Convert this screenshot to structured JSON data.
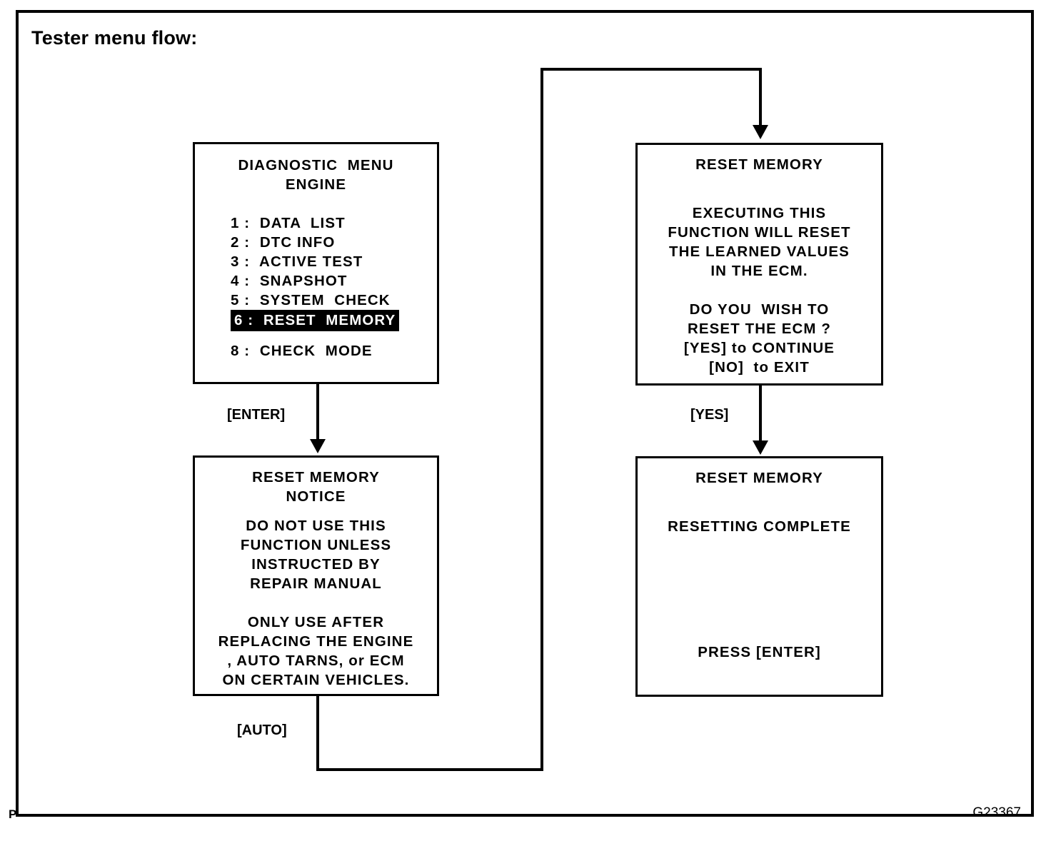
{
  "title": "Tester menu flow:",
  "figure_id": "G23367",
  "corner_mark": "P",
  "boxes": {
    "diagnostic_menu": {
      "header_line1": "DIAGNOSTIC  MENU",
      "header_line2": "ENGINE",
      "items": [
        {
          "label": "1 :  DATA  LIST",
          "selected": false
        },
        {
          "label": "2 :  DTC INFO",
          "selected": false
        },
        {
          "label": "3 :  ACTIVE TEST",
          "selected": false
        },
        {
          "label": "4 :  SNAPSHOT",
          "selected": false
        },
        {
          "label": "5 :  SYSTEM  CHECK",
          "selected": false
        },
        {
          "label": "6 :  RESET  MEMORY",
          "selected": true
        },
        {
          "label": "8 :  CHECK  MODE",
          "selected": false
        }
      ]
    },
    "reset_notice": {
      "header_line1": "RESET MEMORY",
      "header_line2": "NOTICE",
      "body": [
        "DO NOT USE THIS",
        "FUNCTION UNLESS",
        "INSTRUCTED BY",
        "REPAIR MANUAL",
        "",
        "ONLY USE AFTER",
        "REPLACING THE ENGINE",
        ", AUTO TARNS, or ECM",
        "ON CERTAIN VEHICLES."
      ]
    },
    "reset_confirm": {
      "header_line1": "RESET MEMORY",
      "body": [
        "EXECUTING THIS",
        "FUNCTION WILL RESET",
        "THE LEARNED VALUES",
        "IN THE ECM.",
        "",
        "DO YOU  WISH TO",
        "RESET THE ECM ?",
        "[YES] to CONTINUE",
        "[NO]  to EXIT"
      ]
    },
    "reset_complete": {
      "header_line1": "RESET MEMORY",
      "status": "RESETTING COMPLETE",
      "footer": "PRESS [ENTER]"
    }
  },
  "connectors": {
    "enter_label": "[ENTER]",
    "auto_label": "[AUTO]",
    "yes_label": "[YES]"
  },
  "colors": {
    "ink": "#000000",
    "paper": "#ffffff"
  }
}
